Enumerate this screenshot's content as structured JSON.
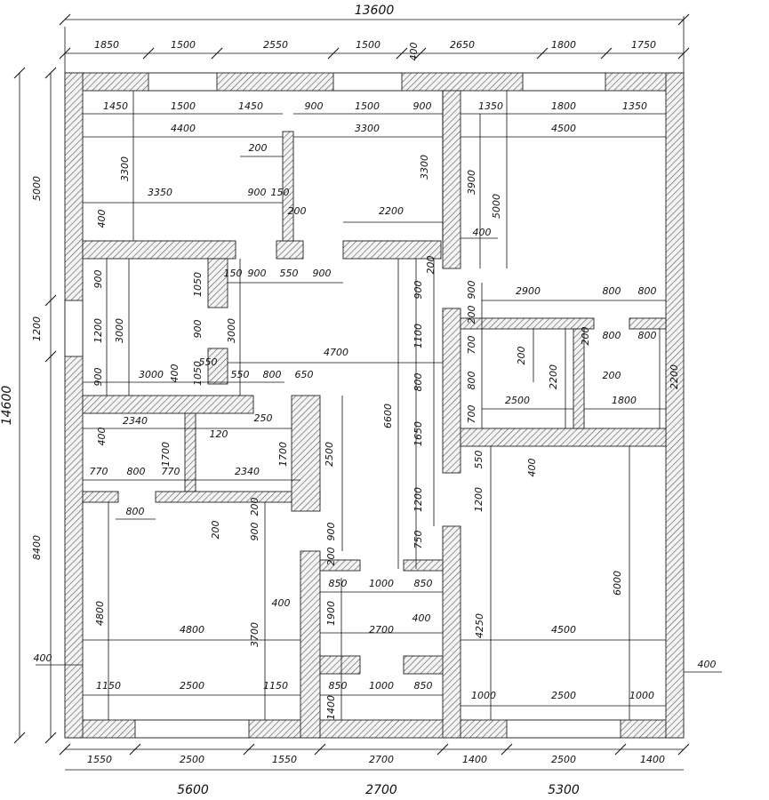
{
  "overall": {
    "width": "13600",
    "height": "14600"
  },
  "top_row": [
    "1850",
    "1500",
    "2550",
    "1500",
    "400",
    "2650",
    "1800",
    "1750"
  ],
  "bottom_totals": [
    "5600",
    "2700",
    "5300"
  ],
  "bottom_row": [
    "1550",
    "2500",
    "1550",
    "2700",
    "1400",
    "2500",
    "1400"
  ],
  "left_col": [
    "5000",
    "1200",
    "8400"
  ],
  "labels": {
    "a1": "1450",
    "a2": "1500",
    "a3": "1450",
    "a4": "900",
    "a5": "1500",
    "a6": "900",
    "a7": "1350",
    "a8": "1800",
    "a9": "1350",
    "b1": "4400",
    "b2": "3300",
    "b3": "4500",
    "c1": "200",
    "c2": "3300",
    "c3": "3300",
    "c4": "3900",
    "c5": "5000",
    "d1": "3350",
    "d2": "900",
    "d3": "150",
    "d4": "400",
    "d5": "200",
    "d6": "2200",
    "d7": "400",
    "d8": "200",
    "e1": "150",
    "e2": "900",
    "e3": "550",
    "e4": "900",
    "e5": "900",
    "e6": "900",
    "e7": "1050",
    "e8": "2900",
    "e9": "800",
    "e10": "800",
    "f1": "900",
    "f2": "1200",
    "f3": "3000",
    "f4": "900",
    "f5": "3000",
    "f6": "1100",
    "f7": "200",
    "f8": "700",
    "f9": "200",
    "f10": "800",
    "f11": "800",
    "g1": "4700",
    "g2": "550",
    "g3": "200",
    "g4": "2200",
    "g5": "200",
    "g6": "2200",
    "h1": "900",
    "h2": "3000",
    "h3": "400",
    "h4": "1050",
    "h5": "550",
    "h6": "800",
    "h7": "650",
    "h8": "800",
    "h9": "800",
    "h10": "2500",
    "h11": "1800",
    "i1": "6600",
    "i2": "2340",
    "i3": "250",
    "i4": "700",
    "i5": "400",
    "i6": "120",
    "i7": "1700",
    "i8": "1700",
    "i9": "2500",
    "i10": "1650",
    "i11": "400",
    "j1": "770",
    "j2": "800",
    "j3": "770",
    "j4": "2340",
    "j5": "550",
    "j6": "800",
    "j7": "1200",
    "j8": "1200",
    "k1": "200",
    "k2": "900",
    "k3": "200",
    "k4": "900",
    "k5": "750",
    "k6": "200",
    "l1": "850",
    "l2": "1000",
    "l3": "850",
    "l4": "6000",
    "l5": "4800",
    "l6": "400",
    "l7": "1900",
    "l8": "400",
    "l9": "4250",
    "m1": "4800",
    "m2": "3700",
    "m3": "2700",
    "m4": "4500",
    "m5": "400",
    "m6": "400",
    "n1": "1150",
    "n2": "2500",
    "n3": "1150",
    "n4": "850",
    "n5": "1000",
    "n6": "850",
    "n7": "1000",
    "n8": "2500",
    "n9": "1000",
    "n10": "1400"
  }
}
